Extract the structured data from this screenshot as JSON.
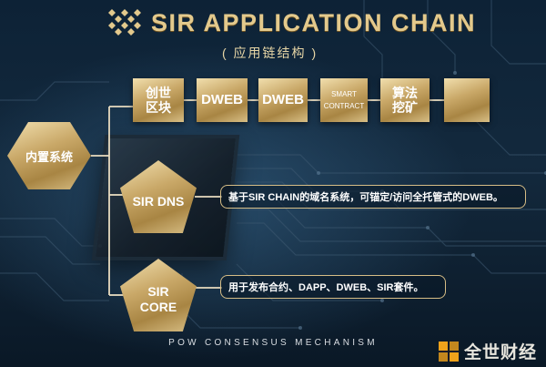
{
  "title": "SIR APPLICATION CHAIN",
  "subtitle": "( 应用链结构 )",
  "root_node": "内置系统",
  "top_tiles": [
    {
      "lines": [
        "创世",
        "区块"
      ]
    },
    {
      "lines": [
        "DWEB"
      ]
    },
    {
      "lines": [
        "DWEB"
      ]
    },
    {
      "lines": [
        "SMART",
        "CONTRACT"
      ]
    },
    {
      "lines": [
        "算法",
        "挖矿"
      ]
    },
    {
      "lines": []
    }
  ],
  "dns_node": {
    "lines": [
      "SIR DNS"
    ],
    "description": "基于SIR CHAIN的域名系统，可锚定/访问全托管式的DWEB。"
  },
  "core_node": {
    "lines": [
      "SIR",
      "CORE"
    ],
    "description": "用于发布合约、DAPP、DWEB、SIR套件。"
  },
  "footer": "POW CONSENSUS MECHANISM",
  "watermark": "全世财经",
  "colors": {
    "gold_light": "#f1dfae",
    "gold_mid": "#c9a868",
    "gold_dark": "#a88543",
    "background": "#0d2236",
    "title_gold": "#e3c98c"
  }
}
